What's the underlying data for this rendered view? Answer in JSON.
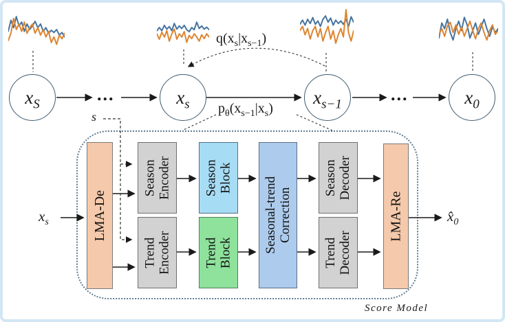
{
  "colors": {
    "frame_border": "#d2e6f3",
    "sparkline_blue": "#45749f",
    "sparkline_orange": "#dd8531",
    "lma_block": "#f5c9ab",
    "encoder_decoder_block": "#d2d2d2",
    "season_block": "#a7dcf5",
    "trend_block": "#8ee29c",
    "correction_block": "#adcbec",
    "dashed_box_border": "#5e7a8e"
  },
  "chain": {
    "nodes": [
      {
        "base": "x",
        "sub": "S"
      },
      {
        "base": "x",
        "sub": "s"
      },
      {
        "base": "x",
        "sub": "s−1"
      },
      {
        "base": "x",
        "sub": "0"
      }
    ],
    "ellipsis": "...",
    "q_label": {
      "p1": "q(x",
      "s1": "s",
      "p2": "|x",
      "s2": "s−1",
      "p3": ")"
    },
    "p_label": {
      "p1": "p",
      "s0": "θ",
      "p2": "(x",
      "s1": "s−1",
      "p3": "|x",
      "s2": "s",
      "p4": ")"
    }
  },
  "score_model": {
    "caption": "Score Model",
    "s_label": "s",
    "input": {
      "base": "x",
      "sub": "s"
    },
    "output": {
      "base": "x̂",
      "sub": "0"
    },
    "blocks": {
      "lma_de": {
        "line1": "LMA-De"
      },
      "season_encoder": {
        "line1": "Season",
        "line2": "Encoder"
      },
      "trend_encoder": {
        "line1": "Trend",
        "line2": "Encoder"
      },
      "season_block": {
        "line1": "Season",
        "line2": "Block"
      },
      "trend_block": {
        "line1": "Trend",
        "line2": "Block"
      },
      "correction": {
        "line1": "Seasonal-trend",
        "line2": "Correction"
      },
      "season_decoder": {
        "line1": "Season",
        "line2": "Decoder"
      },
      "trend_decoder": {
        "line1": "Trend",
        "line2": "Decoder"
      },
      "lma_re": {
        "line1": "LMA-Re"
      }
    }
  },
  "sparklines": [
    {
      "blue": [
        0.45,
        0.75,
        0.55,
        0.85,
        0.6,
        0.7,
        0.45,
        0.65,
        0.5,
        0.6,
        0.72,
        0.55,
        0.65,
        0.45,
        0.55,
        0.4,
        0.48,
        0.42,
        0.5,
        0.35,
        0.42,
        0.3
      ],
      "orange": [
        0.2,
        0.4,
        0.8,
        0.5,
        0.65,
        0.45,
        0.7,
        0.4,
        0.55,
        0.65,
        0.4,
        0.55,
        0.35,
        0.5,
        0.3,
        0.45,
        0.15,
        0.3,
        0.1,
        0.35,
        0.25,
        0.4
      ]
    },
    {
      "blue": [
        0.55,
        0.65,
        0.55,
        0.72,
        0.6,
        0.68,
        0.55,
        0.78,
        0.6,
        0.7,
        0.62,
        0.72,
        0.58,
        0.52,
        0.65,
        0.58,
        0.82,
        0.62,
        0.7,
        0.6,
        0.66,
        0.58
      ],
      "orange": [
        0.45,
        0.28,
        0.5,
        0.35,
        0.55,
        0.22,
        0.45,
        0.6,
        0.28,
        0.45,
        0.35,
        0.52,
        0.18,
        0.4,
        0.3,
        0.45,
        0.35,
        0.22,
        0.42,
        0.3,
        0.45,
        0.35
      ]
    },
    {
      "blue": [
        0.6,
        0.7,
        0.58,
        0.72,
        0.62,
        0.76,
        0.6,
        0.68,
        0.55,
        0.72,
        0.8,
        0.65,
        0.75,
        0.58,
        0.7,
        0.62,
        0.68,
        0.6,
        0.72,
        0.55,
        0.78,
        0.65
      ],
      "orange": [
        0.45,
        0.55,
        0.35,
        0.5,
        0.25,
        0.45,
        0.55,
        0.3,
        0.5,
        0.2,
        0.4,
        0.55,
        0.25,
        0.45,
        0.15,
        0.35,
        0.5,
        0.3,
        0.95,
        0.4,
        0.2,
        0.45
      ]
    },
    {
      "blue": [
        0.3,
        0.7,
        0.55,
        0.8,
        0.45,
        0.25,
        0.55,
        0.75,
        0.5,
        0.85,
        0.65,
        0.3,
        0.5,
        0.7,
        0.4,
        0.6,
        0.8,
        0.55,
        0.35,
        0.6,
        0.45,
        0.55
      ],
      "orange": [
        0.4,
        0.55,
        0.35,
        0.62,
        0.72,
        0.45,
        0.65,
        0.4,
        0.6,
        0.35,
        0.55,
        0.75,
        0.5,
        0.28,
        0.55,
        0.7,
        0.45,
        0.25,
        0.5,
        0.65,
        0.4,
        0.5
      ]
    }
  ]
}
